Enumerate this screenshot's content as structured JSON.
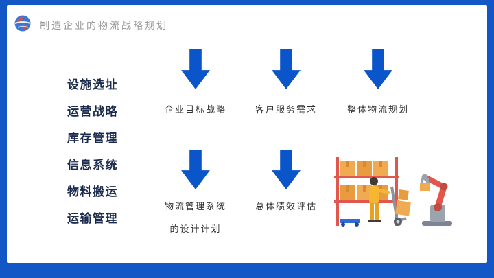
{
  "header": {
    "title": "制造企业的物流战略规划"
  },
  "left_menu": {
    "items": [
      "设施选址",
      "运营战略",
      "库存管理",
      "信息系统",
      "物料搬运",
      "运输管理"
    ]
  },
  "flow": {
    "top_row_labels": [
      "企业目标战略",
      "客户服务需求",
      "整体物流规划"
    ],
    "bottom_row_labels": [
      "物流管理系统",
      "总体绩效评估"
    ],
    "bottom_left_label_line2": "的设计计划"
  },
  "colors": {
    "frame_blue": "#1257c5",
    "arrow_blue": "#0b55cb",
    "menu_text_navy": "#1b2b4d",
    "title_gray": "#9b9b9b",
    "shelf_red": "#e2574c",
    "box_orange": "#f0ab52",
    "worker_yellow": "#f5b631"
  },
  "icons": {
    "header_logo": "globe-icon",
    "bottom_right": "warehouse-robot-illustration"
  }
}
